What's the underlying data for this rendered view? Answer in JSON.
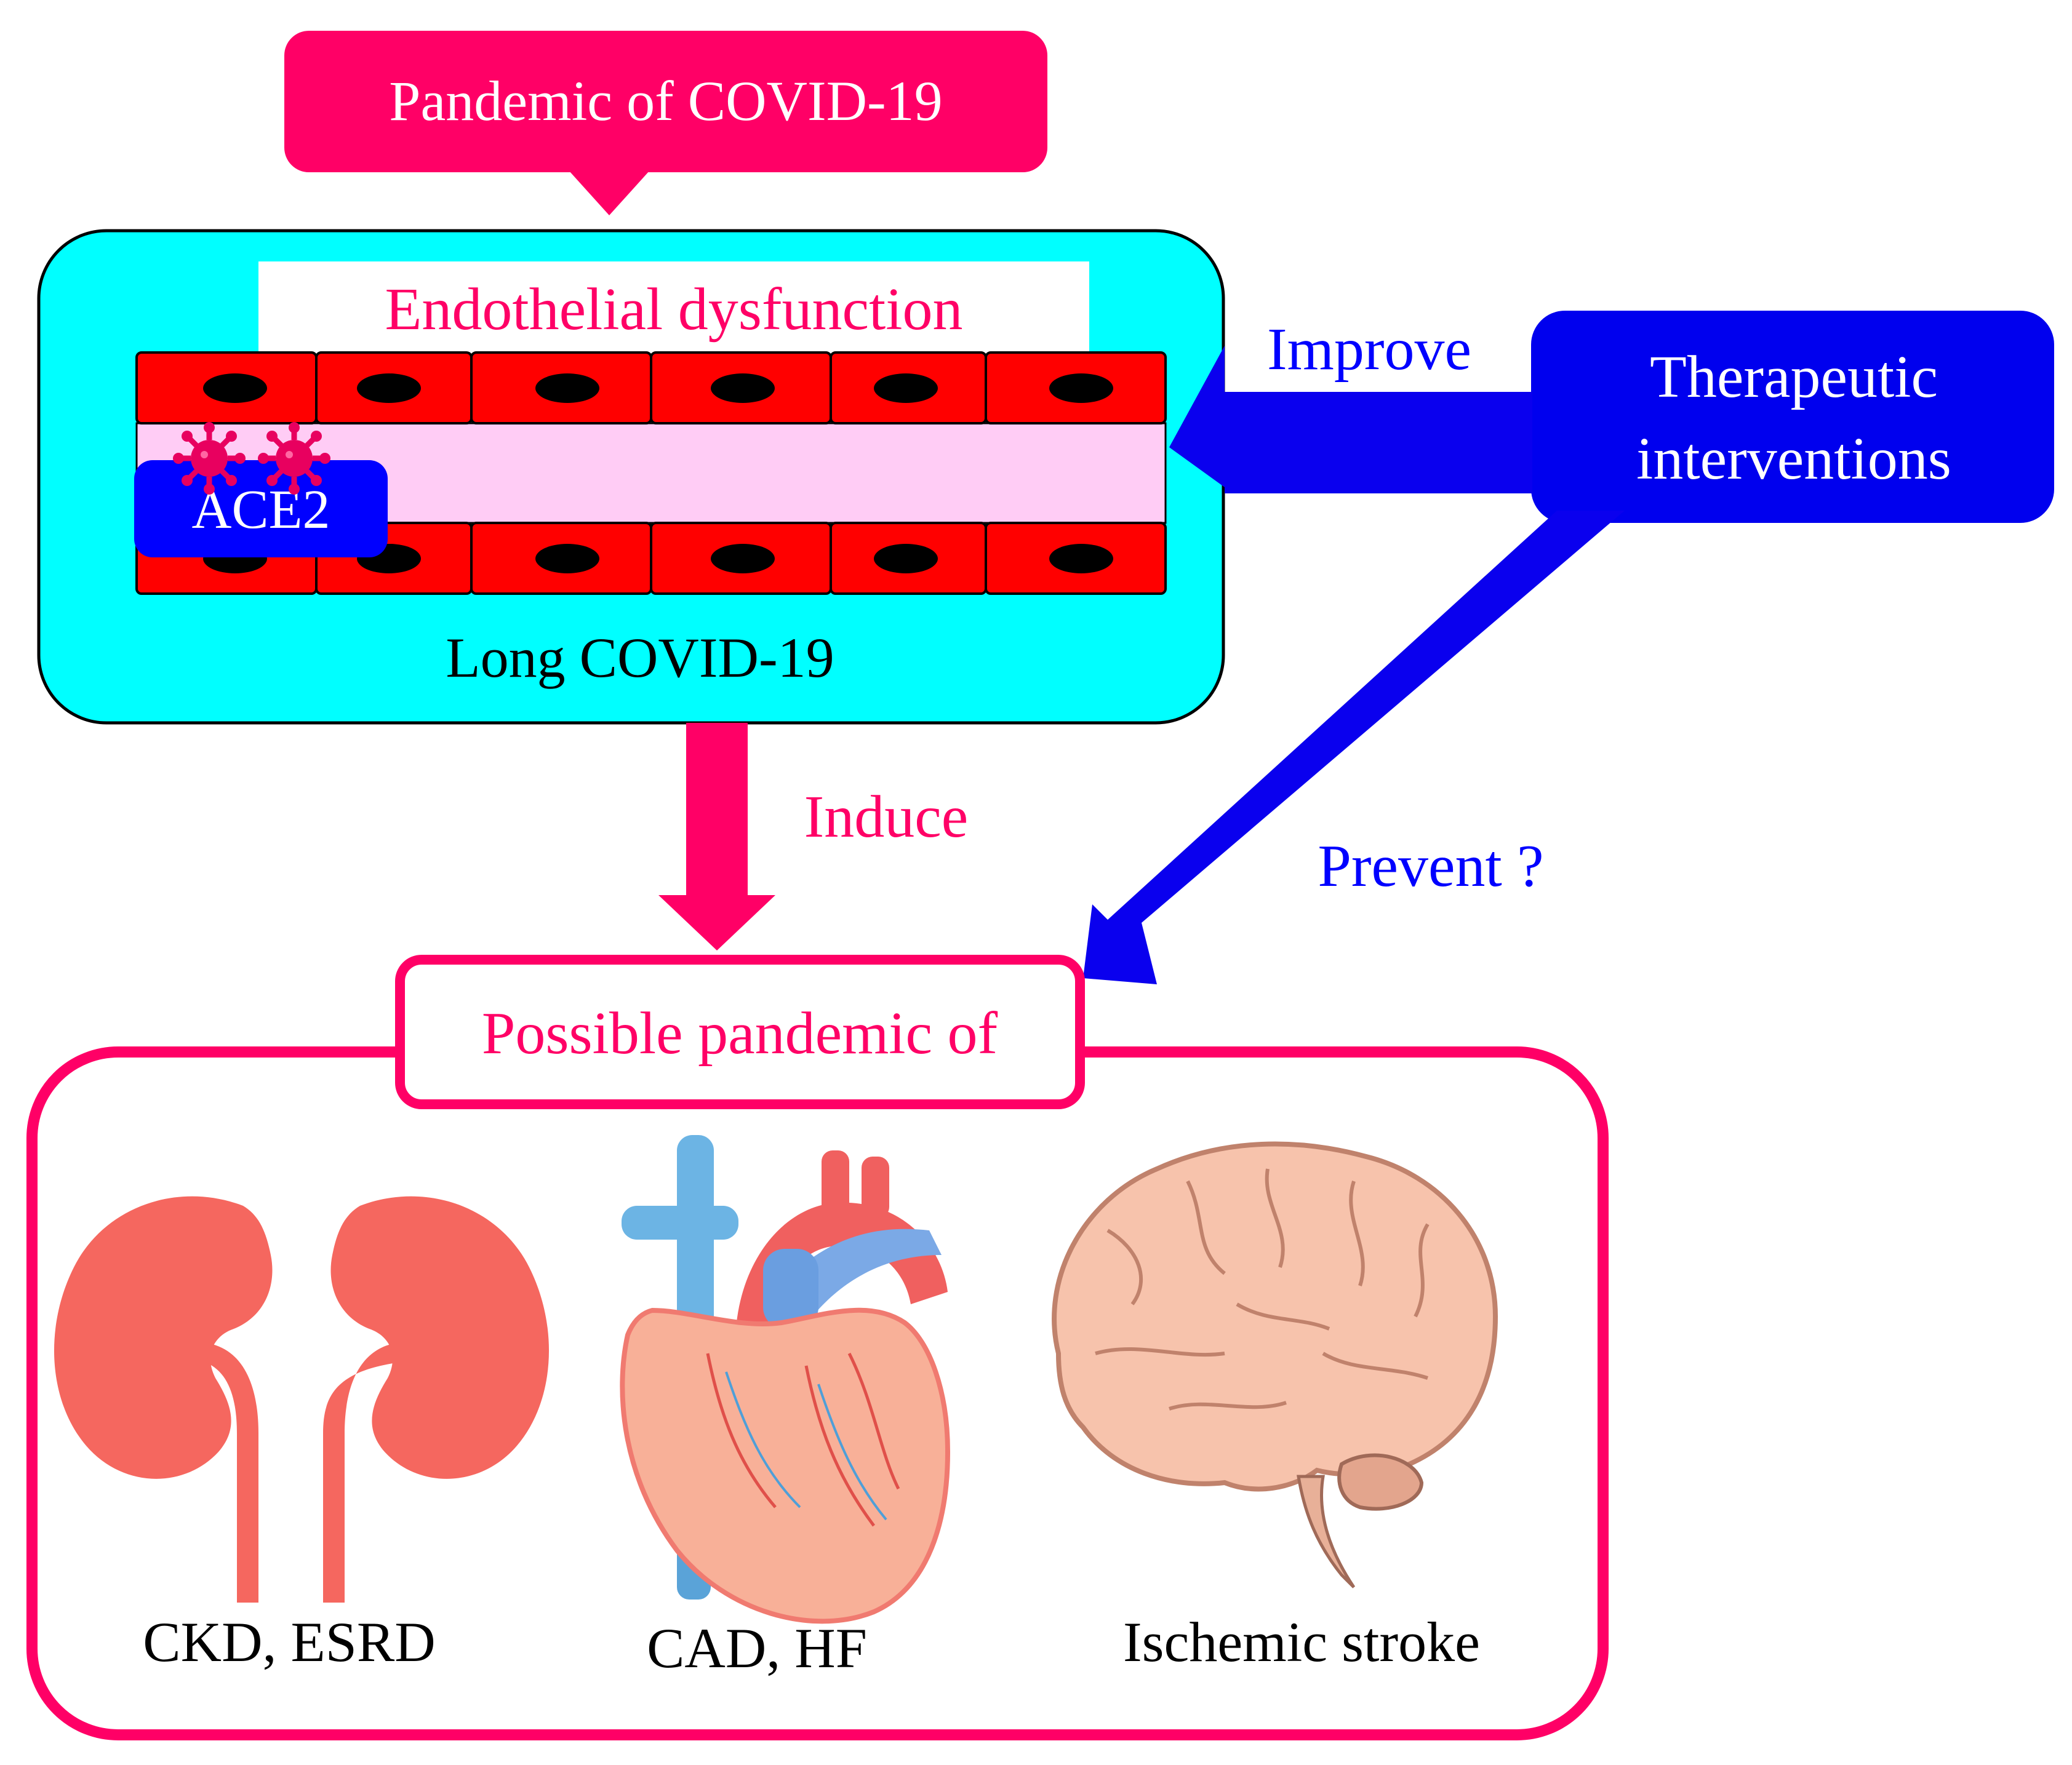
{
  "header": {
    "pandemic_title": "Pandemic of COVID-19"
  },
  "vessel_panel": {
    "title": "Endothelial dysfunction",
    "receptor_label": "ACE2",
    "caption": "Long COVID-19"
  },
  "therapy": {
    "label_line1": "Therapeutic",
    "label_line2": "interventions",
    "improve_label": "Improve",
    "prevent_label": "Prevent ?"
  },
  "induce_label": "Induce",
  "outcomes": {
    "title": "Possible pandemic of",
    "items": [
      {
        "label": "CKD, ESRD",
        "icon": "kidneys-icon"
      },
      {
        "label": "CAD, HF",
        "icon": "heart-icon"
      },
      {
        "label": "Ischemic stroke",
        "icon": "brain-icon"
      }
    ]
  },
  "colors": {
    "pink": "#ff0066",
    "blue": "#0000ff",
    "navy": "#0a00ee",
    "cyan": "#00ffff",
    "lumen": "#ffccf5",
    "cell": "#ff0000"
  }
}
